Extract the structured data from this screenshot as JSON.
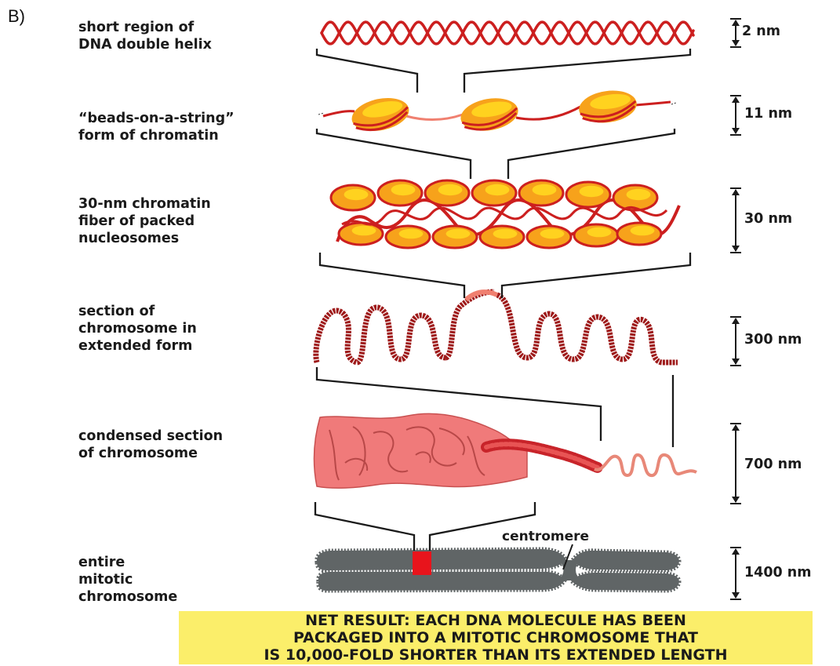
{
  "panel_letter": "B)",
  "levels": [
    {
      "label": "short region of\nDNA double helix",
      "scale": "2 nm"
    },
    {
      "label": "“beads-on-a-string”\nform of chromatin",
      "scale": "11 nm"
    },
    {
      "label": "30-nm chromatin\nfiber of packed\nnucleosomes",
      "scale": "30 nm"
    },
    {
      "label": "section of\nchromosome in\nextended form",
      "scale": "300 nm"
    },
    {
      "label": "condensed section\nof chromosome",
      "scale": "700 nm"
    },
    {
      "label": "entire\nmitotic\nchromosome",
      "scale": "1400 nm"
    }
  ],
  "centromere_label": "centromere",
  "summary": [
    "NET RESULT: EACH DNA MOLECULE HAS BEEN",
    "PACKAGED INTO A MITOTIC CHROMOSOME THAT",
    "IS 10,000-FOLD SHORTER THAN ITS EXTENDED LENGTH"
  ],
  "colors": {
    "dna_red": "#cc1f1f",
    "dark_red": "#9e1a1a",
    "nucleosome_orange": "#f7a21b",
    "nucleosome_yellow": "#ffd21f",
    "linker_pink": "#f08070",
    "condensed_pink": "#f07a7a",
    "chromosome_gray": "#606566",
    "highlight_red": "#e8141c",
    "banner_yellow": "#fbee6a"
  }
}
